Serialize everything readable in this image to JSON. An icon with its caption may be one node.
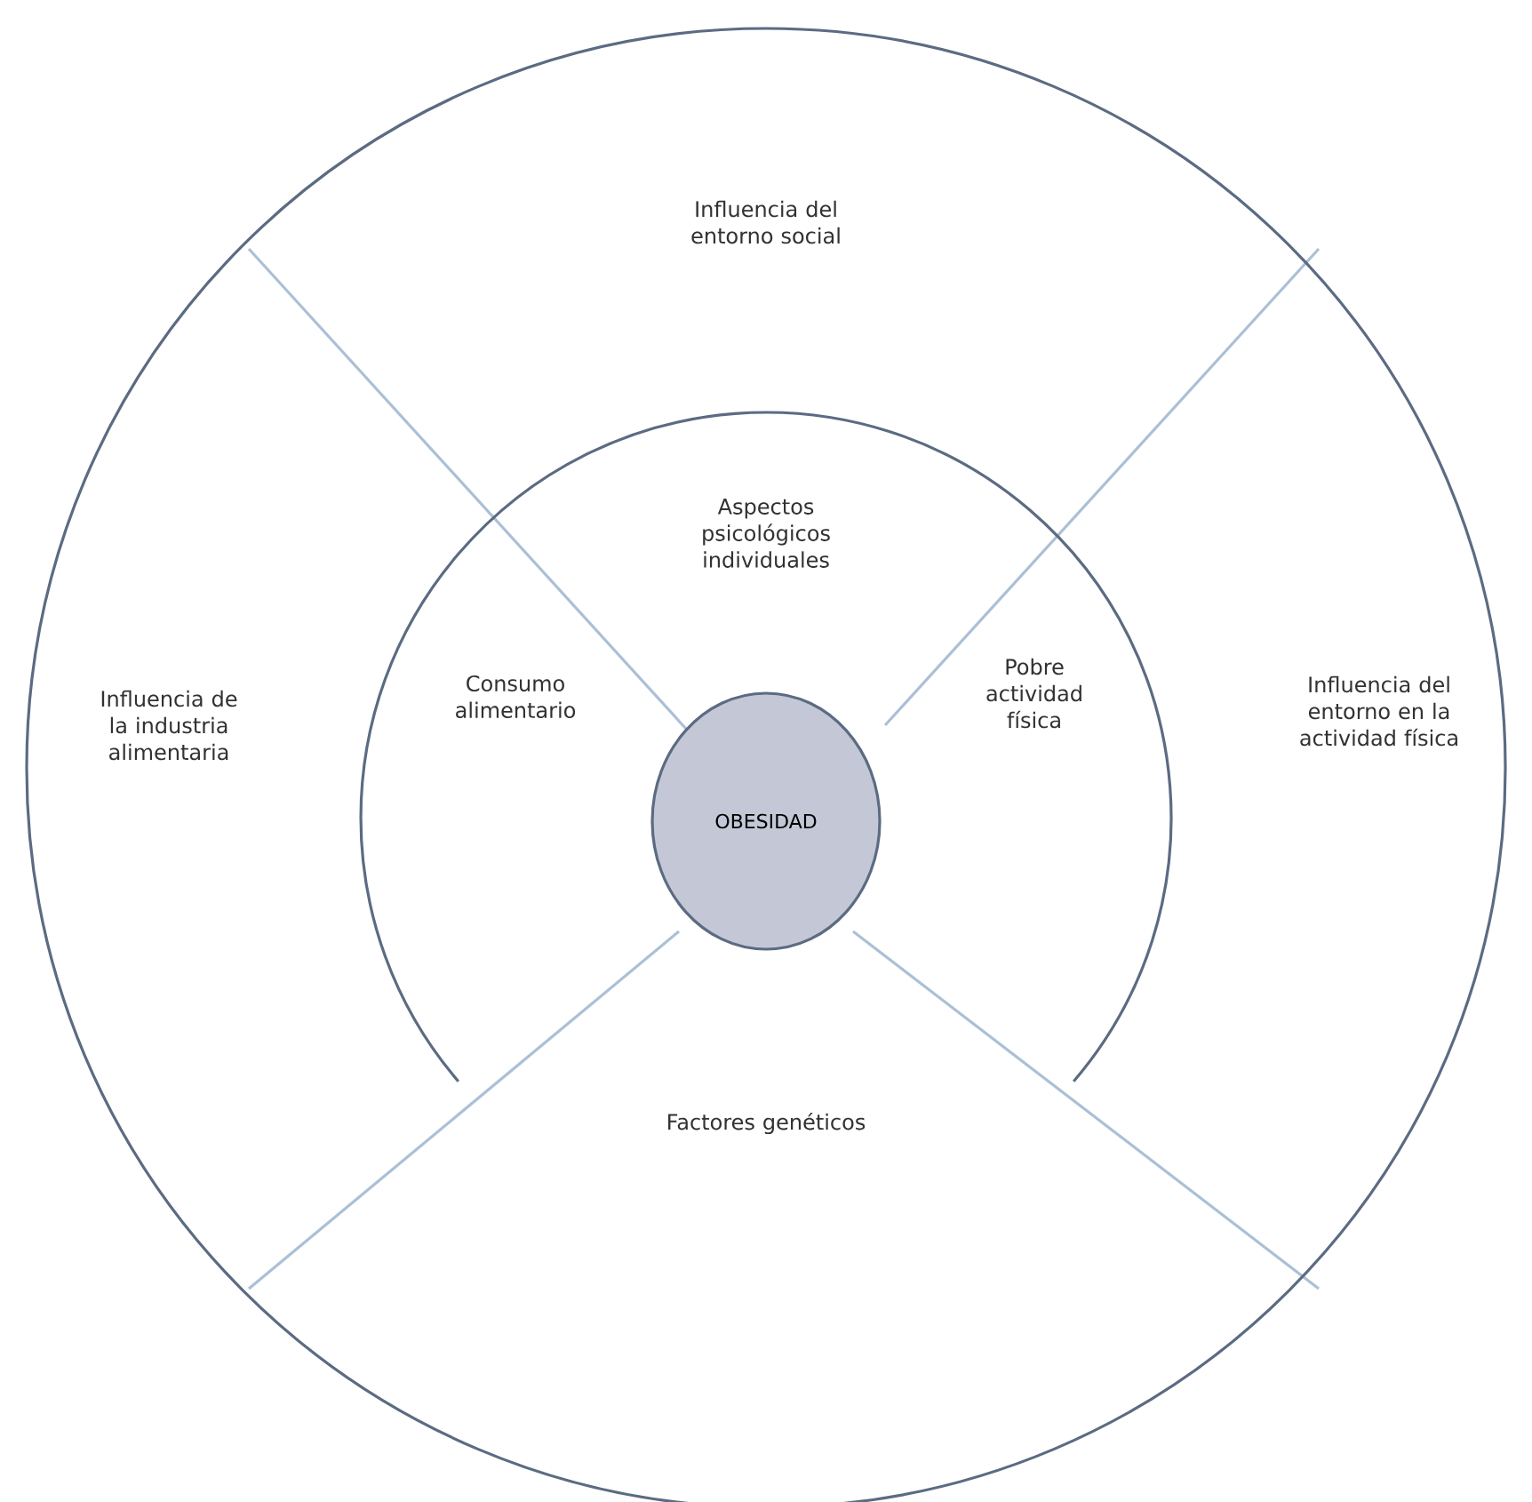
{
  "diagram": {
    "nodes": [
      {
        "text": [],
        "shape": "circle"
      },
      {
        "text": [],
        "shape": "circle",
        "in": 0
      },
      {
        "text": [
          "OBESIDAD"
        ],
        "in": 1
      }
    ],
    "labels": [
      "Influencia del entorno social",
      "Aspectos psicológicos individuales",
      "Influencia de la industria alimentaria",
      "Consumo alimentario",
      "Pobre actividad física",
      "Influencia del entorno en la actividad física",
      "Factores genéticos"
    ]
  }
}
